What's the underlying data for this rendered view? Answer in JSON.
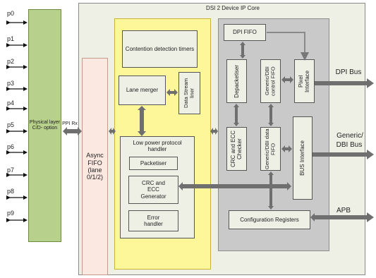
{
  "pins": [
    "p0",
    "p1",
    "p2",
    "p3",
    "p4",
    "p5",
    "p6",
    "p7",
    "p8",
    "p9"
  ],
  "core_title": "DSI 2 Device IP Core",
  "phy_label": "Physical layer C/D- option",
  "ppi_label": "PPI Rx",
  "async_fifo": "Async FIFO (lane 0/1/2)",
  "contention": "Contention detection timers",
  "lane_merger": "Lane merger",
  "data_stream_liner": "Data Stream liner",
  "lp_handler": "Low power protocol handler",
  "packetiser": "Packetiser",
  "crc_ecc_gen": "CRC and ECC Generator",
  "error_handler": "Error handler",
  "dpi_fifo": "DPI FIFO",
  "depacketiser": "Depacketiser",
  "gen_ctrl_fifo": "Generic/DBI control FIFO",
  "pixel_interface": "Pixel Interface",
  "crc_ecc_checker": "CRC and ECC Checker",
  "gen_data_fifo": "Generic/DBI data FIFO",
  "bus_interface": "BUS Interface",
  "config_registers": "Configuration Registers",
  "dpi_bus": "DPI Bus",
  "generic_bus_l1": "Generic/",
  "generic_bus_l2": "DBI Bus",
  "apb": "APB"
}
